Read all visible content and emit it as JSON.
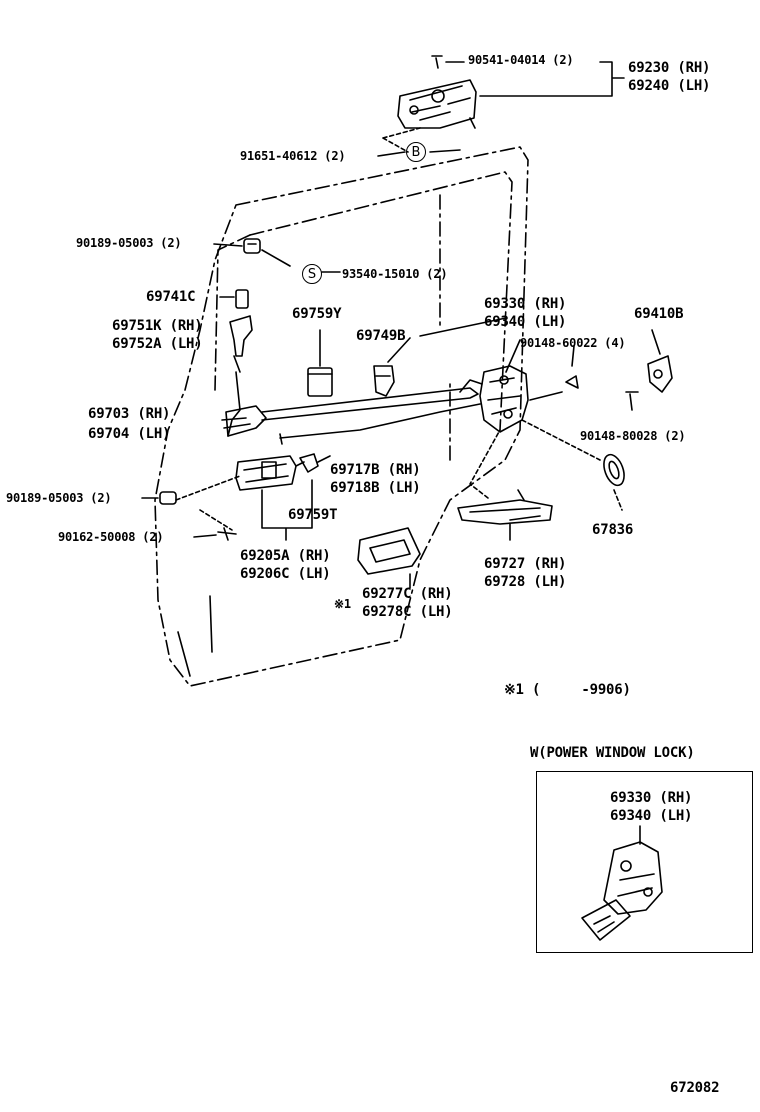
{
  "parts": {
    "p90541": "90541-04014 (2)",
    "p69230": "69230 (RH)",
    "p69240": "69240 (LH)",
    "p91651": "91651-40612 (2)",
    "markB": "B",
    "markS": "S",
    "p90189a": "90189-05003 (2)",
    "p93540": "93540-15010 (2)",
    "p69741C": "69741C",
    "p69751K": "69751K (RH)",
    "p69752A": "69752A (LH)",
    "p69759Y": "69759Y",
    "p69749B": "69749B",
    "p69330": "69330 (RH)",
    "p69340": "69340 (LH)",
    "p69410B": "69410B",
    "p90148a": "90148-60022 (4)",
    "p90148b": "90148-80028 (2)",
    "p69703": "69703 (RH)",
    "p69704": "69704 (LH)",
    "p69717B": "69717B (RH)",
    "p69718B": "69718B (LH)",
    "p90189b": "90189-05003 (2)",
    "p69759T": "69759T",
    "p90162": "90162-50008 (2)",
    "p69205A": "69205A (RH)",
    "p69206C": "69206C (LH)",
    "p67836": "67836",
    "p69727": "69727 (RH)",
    "p69728": "69728 (LH)",
    "p69277C": "69277C (RH)",
    "p69278C": "69278C (LH)",
    "note1mark": "※1",
    "note1": "※1 (     -9906)"
  },
  "inset": {
    "title": "W(POWER WINDOW LOCK)",
    "p69330": "69330 (RH)",
    "p69340": "69340 (LH)"
  },
  "figure_number": "672082"
}
